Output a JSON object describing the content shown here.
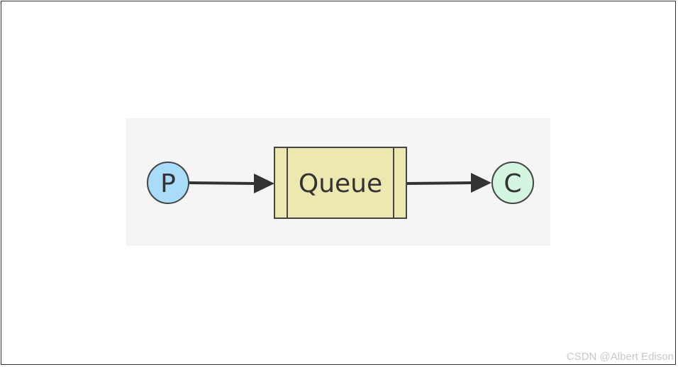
{
  "diagram": {
    "nodes": [
      {
        "id": "producer",
        "label": "P",
        "shape": "circle",
        "fill": "#a9dcf8"
      },
      {
        "id": "queue",
        "label": "Queue",
        "shape": "queue-box",
        "fill": "#ede8b0"
      },
      {
        "id": "consumer",
        "label": "C",
        "shape": "circle",
        "fill": "#d4f5e0"
      }
    ],
    "edges": [
      {
        "from": "producer",
        "to": "queue"
      },
      {
        "from": "queue",
        "to": "consumer"
      }
    ],
    "background": "#f5f5f5",
    "stroke": "#444444"
  },
  "watermark": "CSDN @Albert Edison"
}
